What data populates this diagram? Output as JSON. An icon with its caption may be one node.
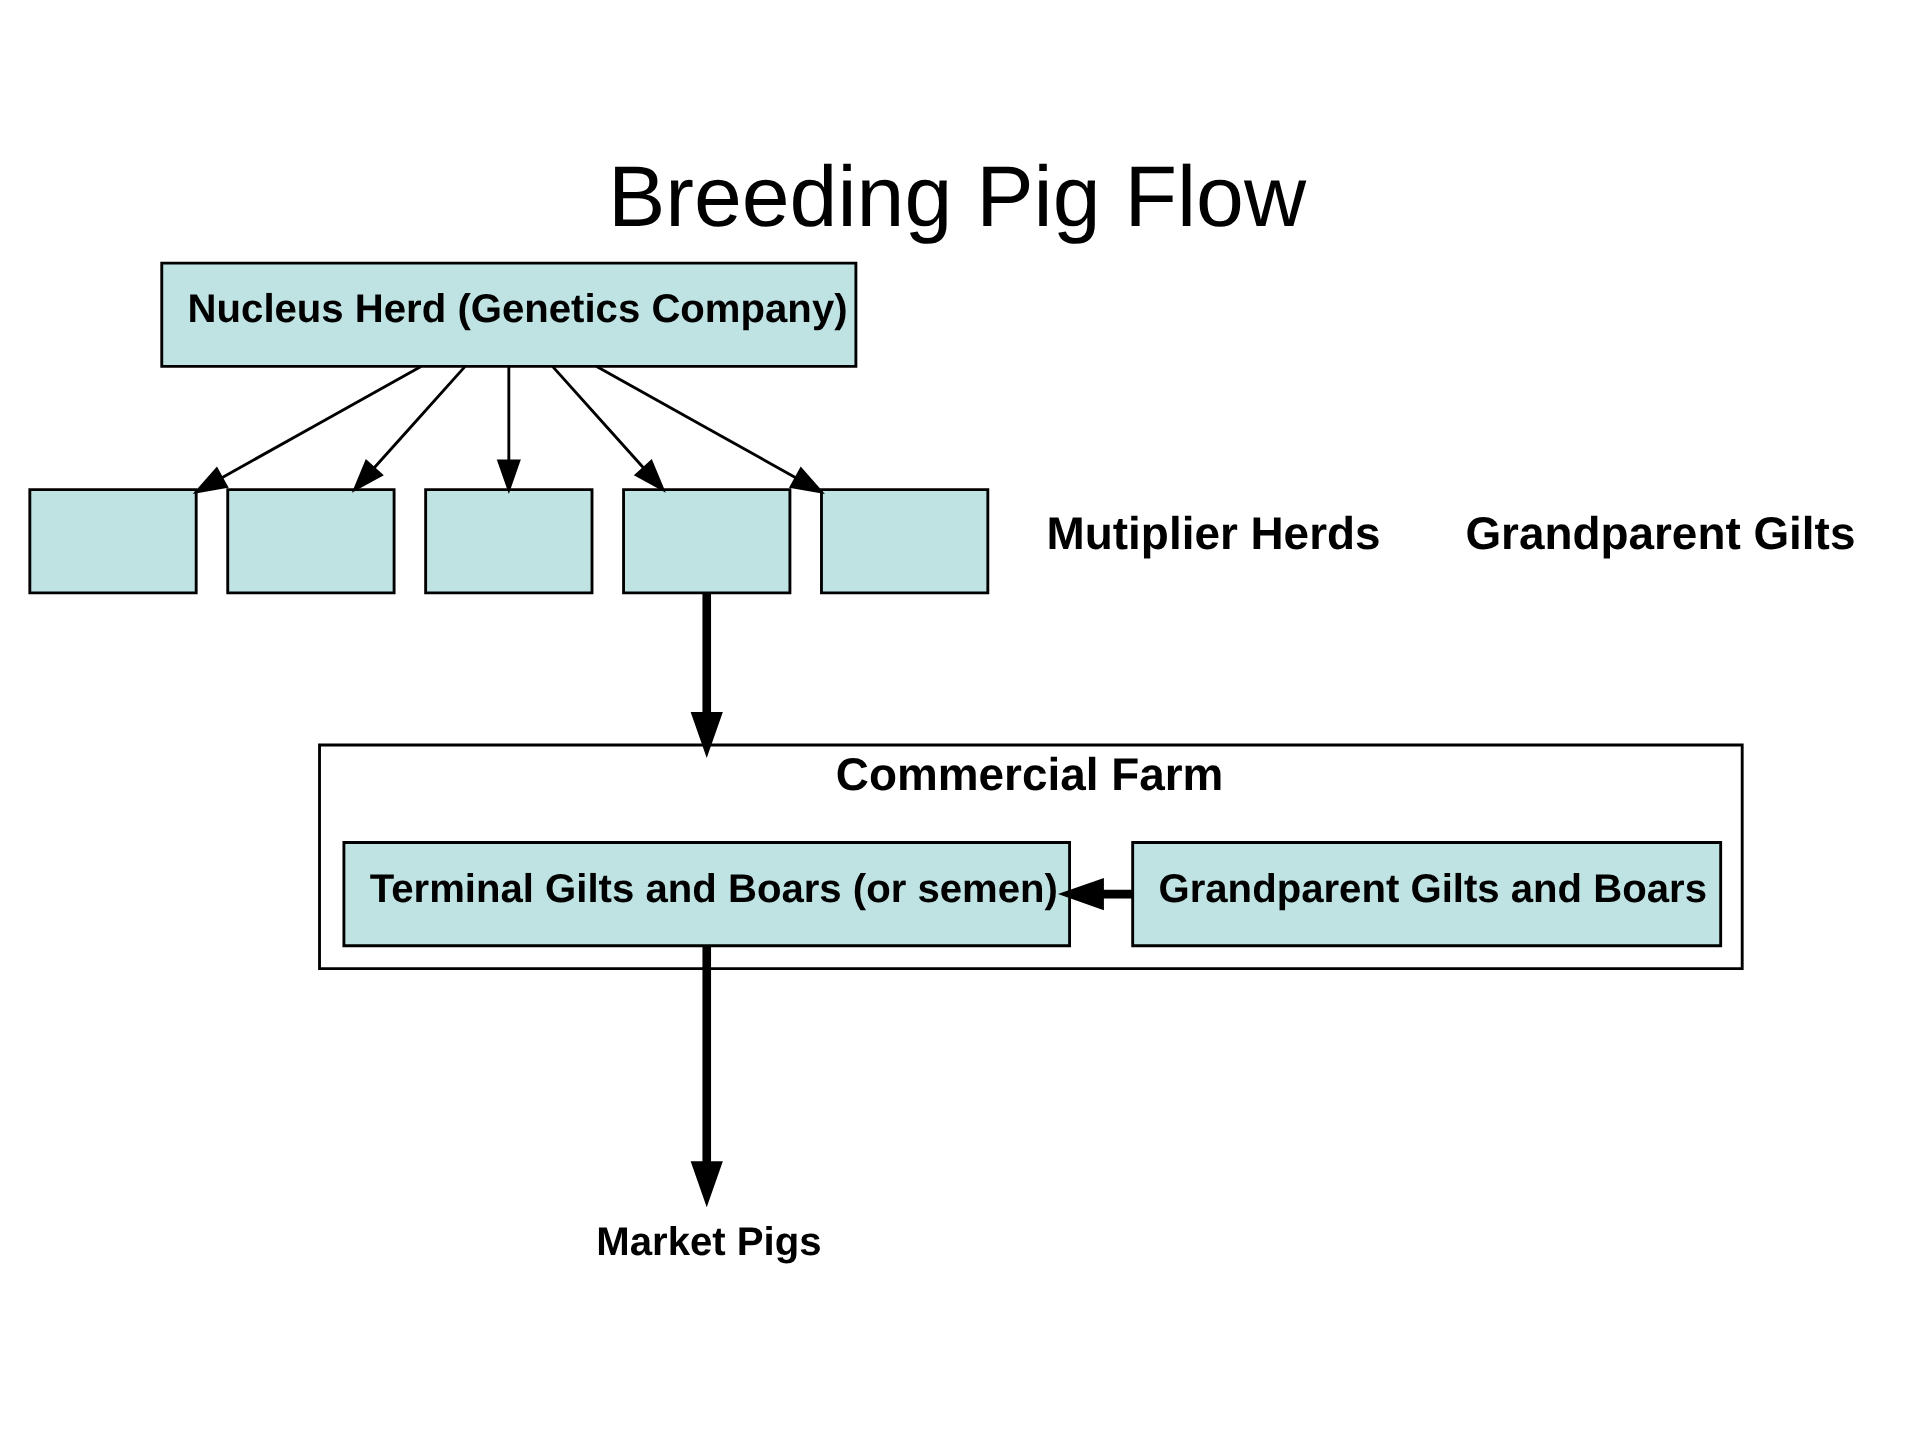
{
  "diagram": {
    "title": "Breeding Pig Flow",
    "nodes": [
      {
        "text": [
          "Nucleus Herd (Genetics Company)"
        ]
      },
      {
        "text": [],
        "shape": "box"
      },
      {
        "text": [],
        "shape": "box"
      },
      {
        "text": [],
        "shape": "box"
      },
      {
        "text": [],
        "shape": "box"
      },
      {
        "text": [],
        "shape": "box"
      },
      {
        "text": [
          "Commercial Farm"
        ]
      },
      {
        "text": [
          "Terminal Gilts and Boars (or semen)"
        ],
        "in": 6
      },
      {
        "text": [
          "Grandparent Gilts and Boars"
        ],
        "in": 6
      },
      {
        "text": [
          "Market Pigs"
        ]
      }
    ],
    "edges": [
      {
        "from": 0,
        "to": 1,
        "arrow": "to"
      },
      {
        "from": 0,
        "to": 2,
        "arrow": "to"
      },
      {
        "from": 0,
        "to": 3,
        "arrow": "to"
      },
      {
        "from": 0,
        "to": 4,
        "arrow": "to"
      },
      {
        "from": 0,
        "to": 5,
        "arrow": "to"
      },
      {
        "from": 4,
        "to": 6,
        "arrow": "to",
        "style": "thick"
      },
      {
        "from": 8,
        "to": 7,
        "arrow": "to",
        "style": "thick"
      },
      {
        "from": 7,
        "to": 9,
        "arrow": "to",
        "style": "thick"
      }
    ],
    "labels": [
      "Mutiplier Herds",
      "Grandparent Gilts"
    ]
  }
}
